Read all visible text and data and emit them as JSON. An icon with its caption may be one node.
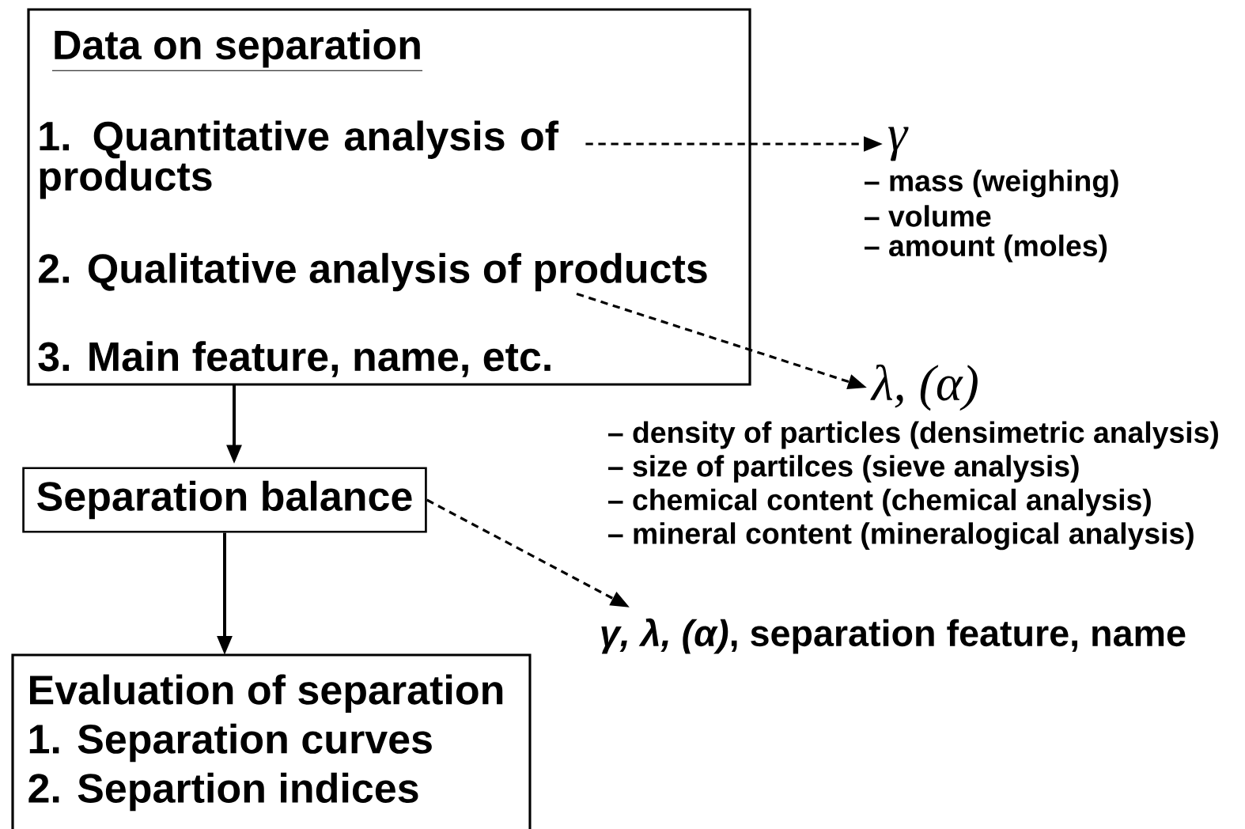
{
  "diagram": {
    "nodes": [
      {
        "text": [
          "Data on separation"
        ]
      },
      {
        "text": [
          "1. Quantitative analysis of products"
        ],
        "in": 0
      },
      {
        "text": [
          "2. Qualitative analysis of products"
        ],
        "in": 0
      },
      {
        "text": [
          "3. Main feature, name, etc."
        ],
        "in": 0
      },
      {
        "text": [
          "γ"
        ],
        "beside": [
          "– mass (weighing)",
          "– volume",
          "– amount (moles)"
        ]
      },
      {
        "text": [
          "λ, (α)"
        ],
        "beside": [
          "– density of particles (densimetric analysis)",
          "– size of partilces (sieve analysis)",
          "– chemical content (chemical analysis)",
          "– mineral content (mineralogical analysis)"
        ]
      },
      {
        "text": [
          "Separation balance"
        ]
      },
      {
        "text": [
          "*γ, λ, (α)*, separation feature, name"
        ]
      },
      {
        "text": [
          "Evaluation of separation",
          "1. Separation curves",
          "2. Separtion indices"
        ]
      }
    ],
    "edges": [
      {
        "from": 1,
        "to": 4,
        "arrow": "to",
        "style": "dashed"
      },
      {
        "from": 2,
        "to": 5,
        "arrow": "to",
        "style": "dashed"
      },
      {
        "from": 0,
        "to": 6,
        "arrow": "to"
      },
      {
        "from": 6,
        "to": 7,
        "arrow": "to",
        "style": "dashed"
      },
      {
        "from": 6,
        "to": 8,
        "arrow": "to"
      }
    ]
  }
}
